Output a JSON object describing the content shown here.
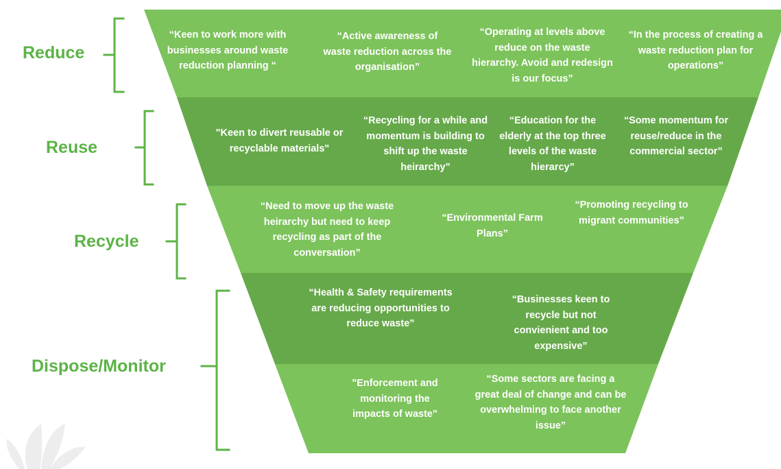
{
  "colors": {
    "band_light": "#7cc35b",
    "band_dark": "#66a94a",
    "label": "#5cb346",
    "bracket": "#5cb346",
    "text": "#ffffff"
  },
  "stages": [
    {
      "id": "reduce",
      "label": "Reduce"
    },
    {
      "id": "reuse",
      "label": "Reuse"
    },
    {
      "id": "recycle",
      "label": "Recycle"
    },
    {
      "id": "dispose",
      "label": "Dispose/Monitor"
    }
  ],
  "bands": [
    {
      "quotes": [
        "“Keen to work more with businesses around waste reduction planning “",
        "“Active awareness of waste reduction across the organisation”",
        "“Operating at levels above reduce on the waste hierarchy. Avoid and redesign is our focus”",
        "“In the process of creating a waste reduction plan for operations”"
      ]
    },
    {
      "quotes": [
        "\"Keen to divert reusable or recyclable materials\"",
        "“Recycling for a while and momentum is building to shift up the waste heirarchy”",
        "“Education for the elderly at the top three levels of the waste hierarcy”",
        "“Some momentum for reuse/reduce in the commercial sector”"
      ]
    },
    {
      "quotes": [
        "“Need to move up the waste heirarchy but need to keep recycling as part of the conversation”",
        "“Environmental Farm Plans”",
        "“Promoting recycling to migrant communities”"
      ]
    },
    {
      "quotes": [
        "“Health & Safety requirements are reducing opportunities to reduce waste”",
        "“Businesses keen to recycle but not convienient and too expensive”"
      ]
    },
    {
      "quotes": [
        "\"Enforcement and monitoring the impacts of waste\"",
        "“Some sectors are facing a great deal of change and can be overwhelming to face another issue”"
      ]
    }
  ]
}
